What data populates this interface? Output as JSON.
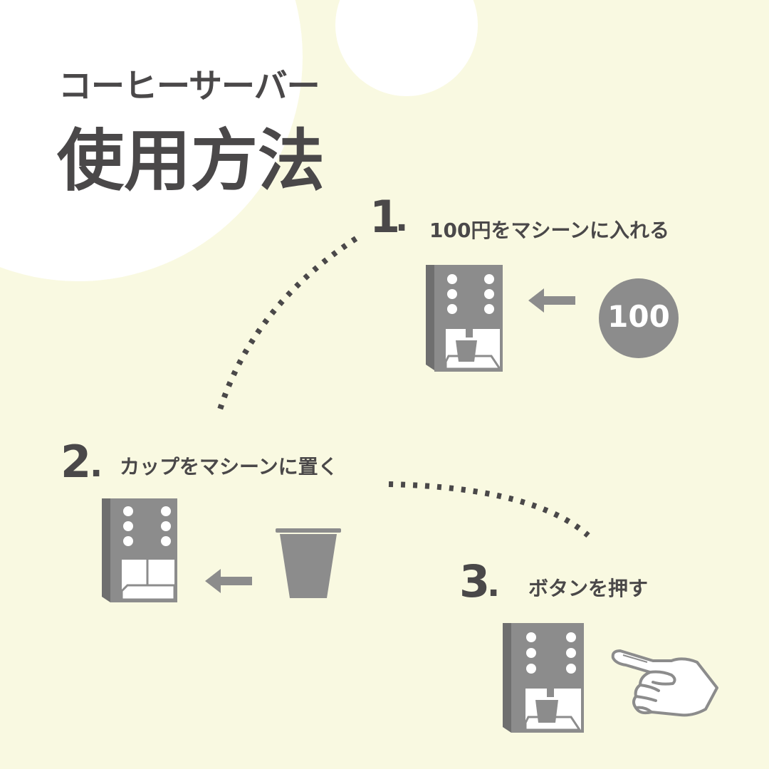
{
  "title": {
    "line1": "コーヒーサーバー",
    "line2": "使用方法"
  },
  "steps": [
    {
      "number": "1",
      "dot": ".",
      "text": "100円をマシーンに入れる"
    },
    {
      "number": "2",
      "dot": ".",
      "text": "カップをマシーンに置く"
    },
    {
      "number": "3",
      "dot": ".",
      "text": "ボタンを押す"
    }
  ],
  "coin": {
    "label": "100"
  },
  "icons": {
    "machine": "coffee-machine-icon",
    "arrow": "arrow-left-icon",
    "coin": "coin-icon",
    "cup": "cup-icon",
    "hand": "pointing-hand-icon"
  },
  "colors": {
    "background": "#f9f9e1",
    "text": "#4a4849",
    "machine": "#8c8c8c",
    "circle": "#ffffff"
  }
}
